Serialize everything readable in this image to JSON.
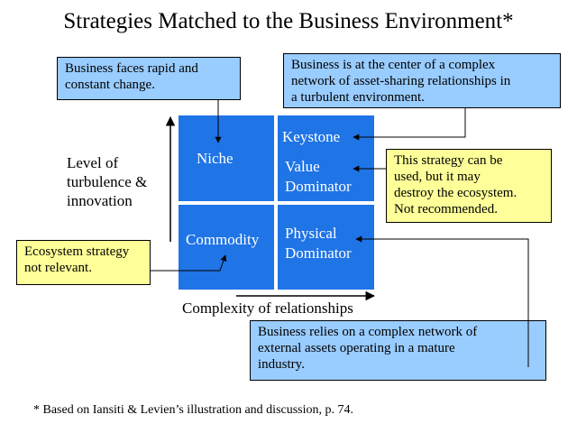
{
  "title": "Strategies Matched to the Business Environment*",
  "axes": {
    "y_label": "Level of\nturbulence &\ninnovation",
    "x_label": "Complexity of relationships"
  },
  "quadrants": {
    "niche": "Niche",
    "keystone": "Keystone",
    "value_dominator": "Value\nDominator",
    "commodity": "Commodity",
    "physical_dominator": "Physical\nDominator"
  },
  "callouts": {
    "rapid_change": "Business faces rapid and\nconstant change.",
    "complex_network": "Business is at the center of a complex\nnetwork of asset-sharing relationships in\na turbulent environment.",
    "not_recommended": "This strategy can be\nused, but it may\ndestroy the ecosystem.\nNot recommended.",
    "not_relevant": "Ecosystem strategy\nnot relevant.",
    "external_assets": "Business relies on a complex network of\nexternal assets operating in a mature\nindustry."
  },
  "footnote": "* Based on Iansiti & Levien’s illustration and discussion, p. 74.",
  "colors": {
    "quadrant_fill": "#1f74e6",
    "callout_blue": "#99ccff",
    "callout_yellow": "#ffff99"
  }
}
